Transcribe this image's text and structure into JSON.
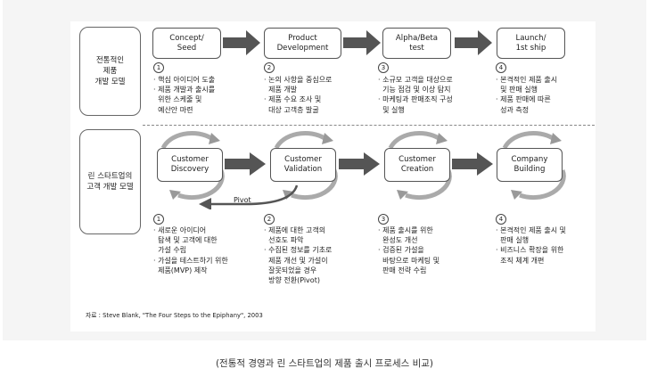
{
  "row1": {
    "label": "전통적인\n제품\n개발 모델",
    "stages": [
      {
        "title": "Concept/\nSeed",
        "num": "1",
        "bullets": "· 핵심 아이디어 도출\n· 제품 개발과 출시를\n  위한 스케줄 및\n  예산안 마련"
      },
      {
        "title": "Product\nDevelopment",
        "num": "2",
        "bullets": "· 논의 사항을 중심으로\n  제품 개발\n· 제품 수요 조사 및\n  대상 고객층 발굴"
      },
      {
        "title": "Alpha/Beta\ntest",
        "num": "3",
        "bullets": "· 소규모 고객을 대상으로\n  기능 점검 및 이상 탐지\n· 마케팅과 판매조직 구성\n  및 실행"
      },
      {
        "title": "Launch/\n1st ship",
        "num": "4",
        "bullets": "· 본격적인 제품 출시\n  및 판매 실행\n· 제품 판매에 따른\n  성과 측정"
      }
    ]
  },
  "row2": {
    "label": "린 스타트업의\n고객 개발 모델",
    "pivot": "Pivot",
    "stages": [
      {
        "title": "Customer\nDiscovery",
        "num": "1",
        "bullets": "· 새로운 아이디어\n  탐색 및 고객에 대한\n  가설 수립\n· 가설을 테스트하기 위한\n  제품(MVP) 제작"
      },
      {
        "title": "Customer\nValidation",
        "num": "2",
        "bullets": "· 제품에 대한 고객의\n  선호도 파악\n· 수집된 정보를 기초로\n  제품 개선 및 가설이\n  잘못되었을 경우\n  방향 전환(Pivot)"
      },
      {
        "title": "Customer\nCreation",
        "num": "3",
        "bullets": "· 제품 출시를 위한\n  완성도 개선\n· 검증된 가설을\n  바탕으로 마케팅 및\n  판매 전략 수립"
      },
      {
        "title": "Company\nBuilding",
        "num": "4",
        "bullets": "· 본격적인 제품 출시 및\n  판매 실행\n· 비즈니스 확장을 위한\n  조직 체계 개편"
      }
    ]
  },
  "source": "자료 : Steve Blank, \"The Four Steps to the Epiphany\", 2003",
  "caption": "(전통적 경영과 린 스타트업의 제품 출시 프로세스 비교)"
}
